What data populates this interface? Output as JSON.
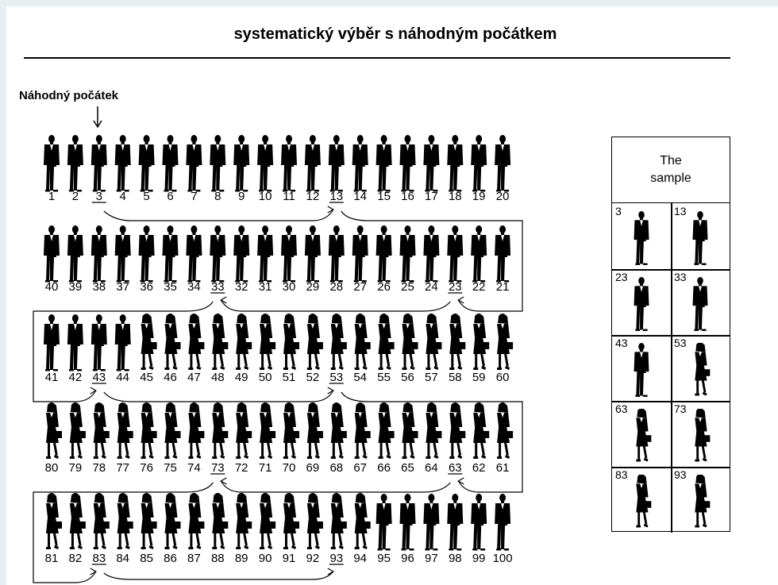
{
  "title": "systematický výběr s náhodným počátkem",
  "start_label": "Náhodný počátek",
  "population": {
    "rows": [
      {
        "numbers": [
          1,
          2,
          3,
          4,
          5,
          6,
          7,
          8,
          9,
          10,
          11,
          12,
          13,
          14,
          15,
          16,
          17,
          18,
          19,
          20
        ],
        "gender": [
          "m",
          "m",
          "m",
          "m",
          "m",
          "m",
          "m",
          "m",
          "m",
          "m",
          "m",
          "m",
          "m",
          "m",
          "m",
          "m",
          "m",
          "m",
          "m",
          "m"
        ]
      },
      {
        "numbers": [
          40,
          39,
          38,
          37,
          36,
          35,
          34,
          33,
          32,
          31,
          30,
          29,
          28,
          27,
          26,
          25,
          24,
          23,
          22,
          21
        ],
        "gender": [
          "m",
          "m",
          "m",
          "m",
          "m",
          "m",
          "m",
          "m",
          "m",
          "m",
          "m",
          "m",
          "m",
          "m",
          "m",
          "m",
          "m",
          "m",
          "m",
          "m"
        ]
      },
      {
        "numbers": [
          41,
          42,
          43,
          44,
          45,
          46,
          47,
          48,
          49,
          50,
          51,
          52,
          53,
          54,
          55,
          56,
          57,
          58,
          59,
          60
        ],
        "gender": [
          "m",
          "m",
          "m",
          "m",
          "f",
          "f",
          "f",
          "f",
          "f",
          "f",
          "f",
          "f",
          "f",
          "f",
          "f",
          "f",
          "f",
          "f",
          "f",
          "f"
        ]
      },
      {
        "numbers": [
          80,
          79,
          78,
          77,
          76,
          75,
          74,
          73,
          72,
          71,
          70,
          69,
          68,
          67,
          66,
          65,
          64,
          63,
          62,
          61
        ],
        "gender": [
          "f",
          "f",
          "f",
          "f",
          "f",
          "f",
          "f",
          "f",
          "f",
          "f",
          "f",
          "f",
          "f",
          "f",
          "f",
          "f",
          "f",
          "f",
          "f",
          "f"
        ]
      },
      {
        "numbers": [
          81,
          82,
          83,
          84,
          85,
          86,
          87,
          88,
          89,
          90,
          91,
          92,
          93,
          94,
          95,
          96,
          97,
          98,
          99,
          100
        ],
        "gender": [
          "f",
          "f",
          "f",
          "f",
          "f",
          "f",
          "f",
          "f",
          "f",
          "f",
          "f",
          "f",
          "f",
          "f",
          "m",
          "m",
          "m",
          "m",
          "m",
          "m"
        ]
      }
    ],
    "selected": [
      3,
      13,
      23,
      33,
      43,
      53,
      63,
      73,
      83,
      93
    ]
  },
  "sample": {
    "header_line1": "The",
    "header_line2": "sample",
    "cells": [
      {
        "number": "3",
        "gender": "m"
      },
      {
        "number": "13",
        "gender": "m"
      },
      {
        "number": "23",
        "gender": "m"
      },
      {
        "number": "33",
        "gender": "m"
      },
      {
        "number": "43",
        "gender": "m"
      },
      {
        "number": "53",
        "gender": "f"
      },
      {
        "number": "63",
        "gender": "f"
      },
      {
        "number": "73",
        "gender": "f"
      },
      {
        "number": "83",
        "gender": "f"
      },
      {
        "number": "93",
        "gender": "f"
      }
    ]
  }
}
